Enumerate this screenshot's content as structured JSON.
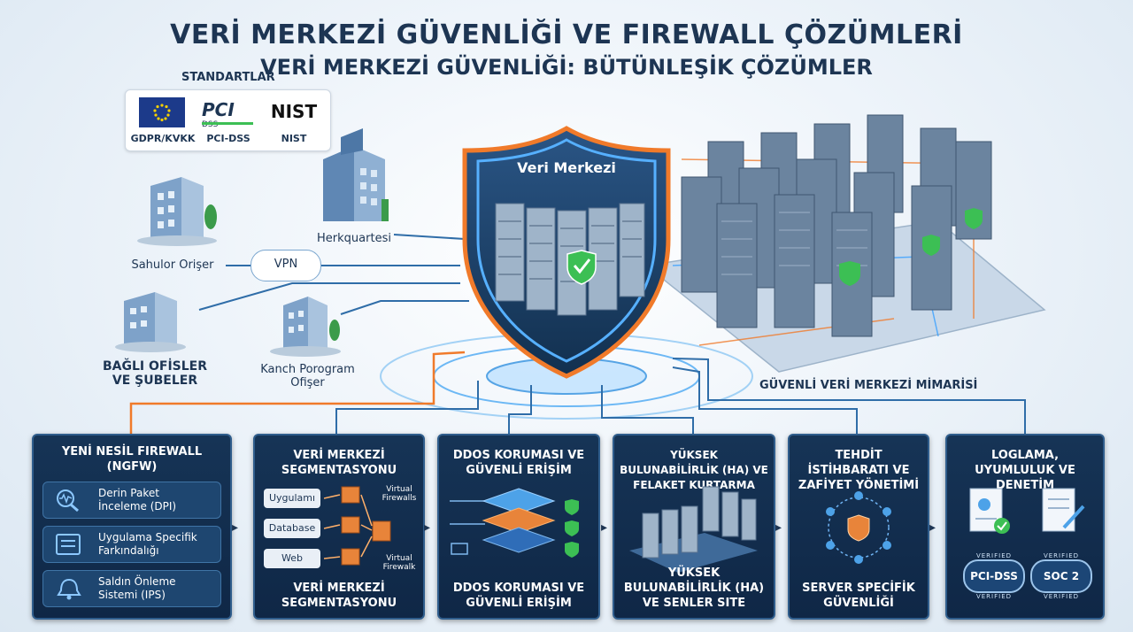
{
  "title": "VERİ MERKEZİ GÜVENLİĞİ VE FIREWALL ÇÖZÜMLERİ",
  "subtitle": "VERİ MERKEZİ GÜVENLİĞİ: BÜTÜNLEŞİK ÇÖZÜMLER",
  "standards": {
    "label": "STANDARTLAR",
    "items": [
      {
        "caption": "GDPR/KVKK",
        "logo": "eu-flag-icon"
      },
      {
        "caption": "PCI-DSS",
        "logo_text": "PCI",
        "logo_sub": "DSS"
      },
      {
        "caption": "NIST",
        "logo_text": "NIST"
      }
    ]
  },
  "network": {
    "hq_label": "Herkquartesi",
    "branch1_label": "Sahulor Orişer",
    "vpn_label": "VPN",
    "branch2_label": "BAĞLI OFİSLER VE ŞUBELER",
    "branch3_label": "Kanch Porogram Ofişer"
  },
  "shield": {
    "label": "Veri Merkezi"
  },
  "architecture_label": "GÜVENLİ VERİ MERKEZİ MİMARİSİ",
  "cards": [
    {
      "title": "YENİ NESİL FIREWALL (NGFW)",
      "items": [
        {
          "label": "Derin Paket İnceleme (DPI)",
          "icon": "magnifier-wave-icon"
        },
        {
          "label": "Uygulama Specifik Farkındalığı",
          "icon": "app-checklist-icon"
        },
        {
          "label": "Saldın Önleme Sistemi (IPS)",
          "icon": "alarm-bell-icon"
        }
      ]
    },
    {
      "title": "VERİ MERKEZİ SEGMENTASYONU",
      "segments": [
        "Uygulamı",
        "Database",
        "Web"
      ],
      "vf_top": "Virtual Firewalls",
      "vf_bottom": "Virtual Firewalk",
      "footer": "VERİ MERKEZİ SEGMENTASYONU"
    },
    {
      "title": "DDOS KORUMASI VE GÜVENLİ ERİŞİM",
      "footer": "DDOS KORUMASI VE GÜVENLİ ERİŞİM"
    },
    {
      "title": "YÜKSEK BULUNABİLİRLİK (HA) VE FELAKET KURTARMA",
      "footer": "YÜKSEK BULUNABİLİRLİK (HA) VE SENLER SITE"
    },
    {
      "title": "TEHDİT İSTİHBARATI VE ZAFİYET YÖNETİMİ",
      "footer": "SERVER SPECİFİK GÜVENLİĞİ"
    },
    {
      "title": "LOGLAMA, UYUMLULUK VE DENETİM",
      "badges": [
        {
          "top": "VERIFIED",
          "label": "PCI-DSS",
          "bottom": "VERIFIED"
        },
        {
          "top": "VERIFIED",
          "label": "SOC 2",
          "bottom": "VERIFIED"
        }
      ]
    }
  ],
  "colors": {
    "navy": "#1d3553",
    "card_bg": "#163456",
    "accent_orange": "#f07a2a",
    "accent_blue": "#3aa0ff",
    "check_green": "#3cbf54"
  }
}
